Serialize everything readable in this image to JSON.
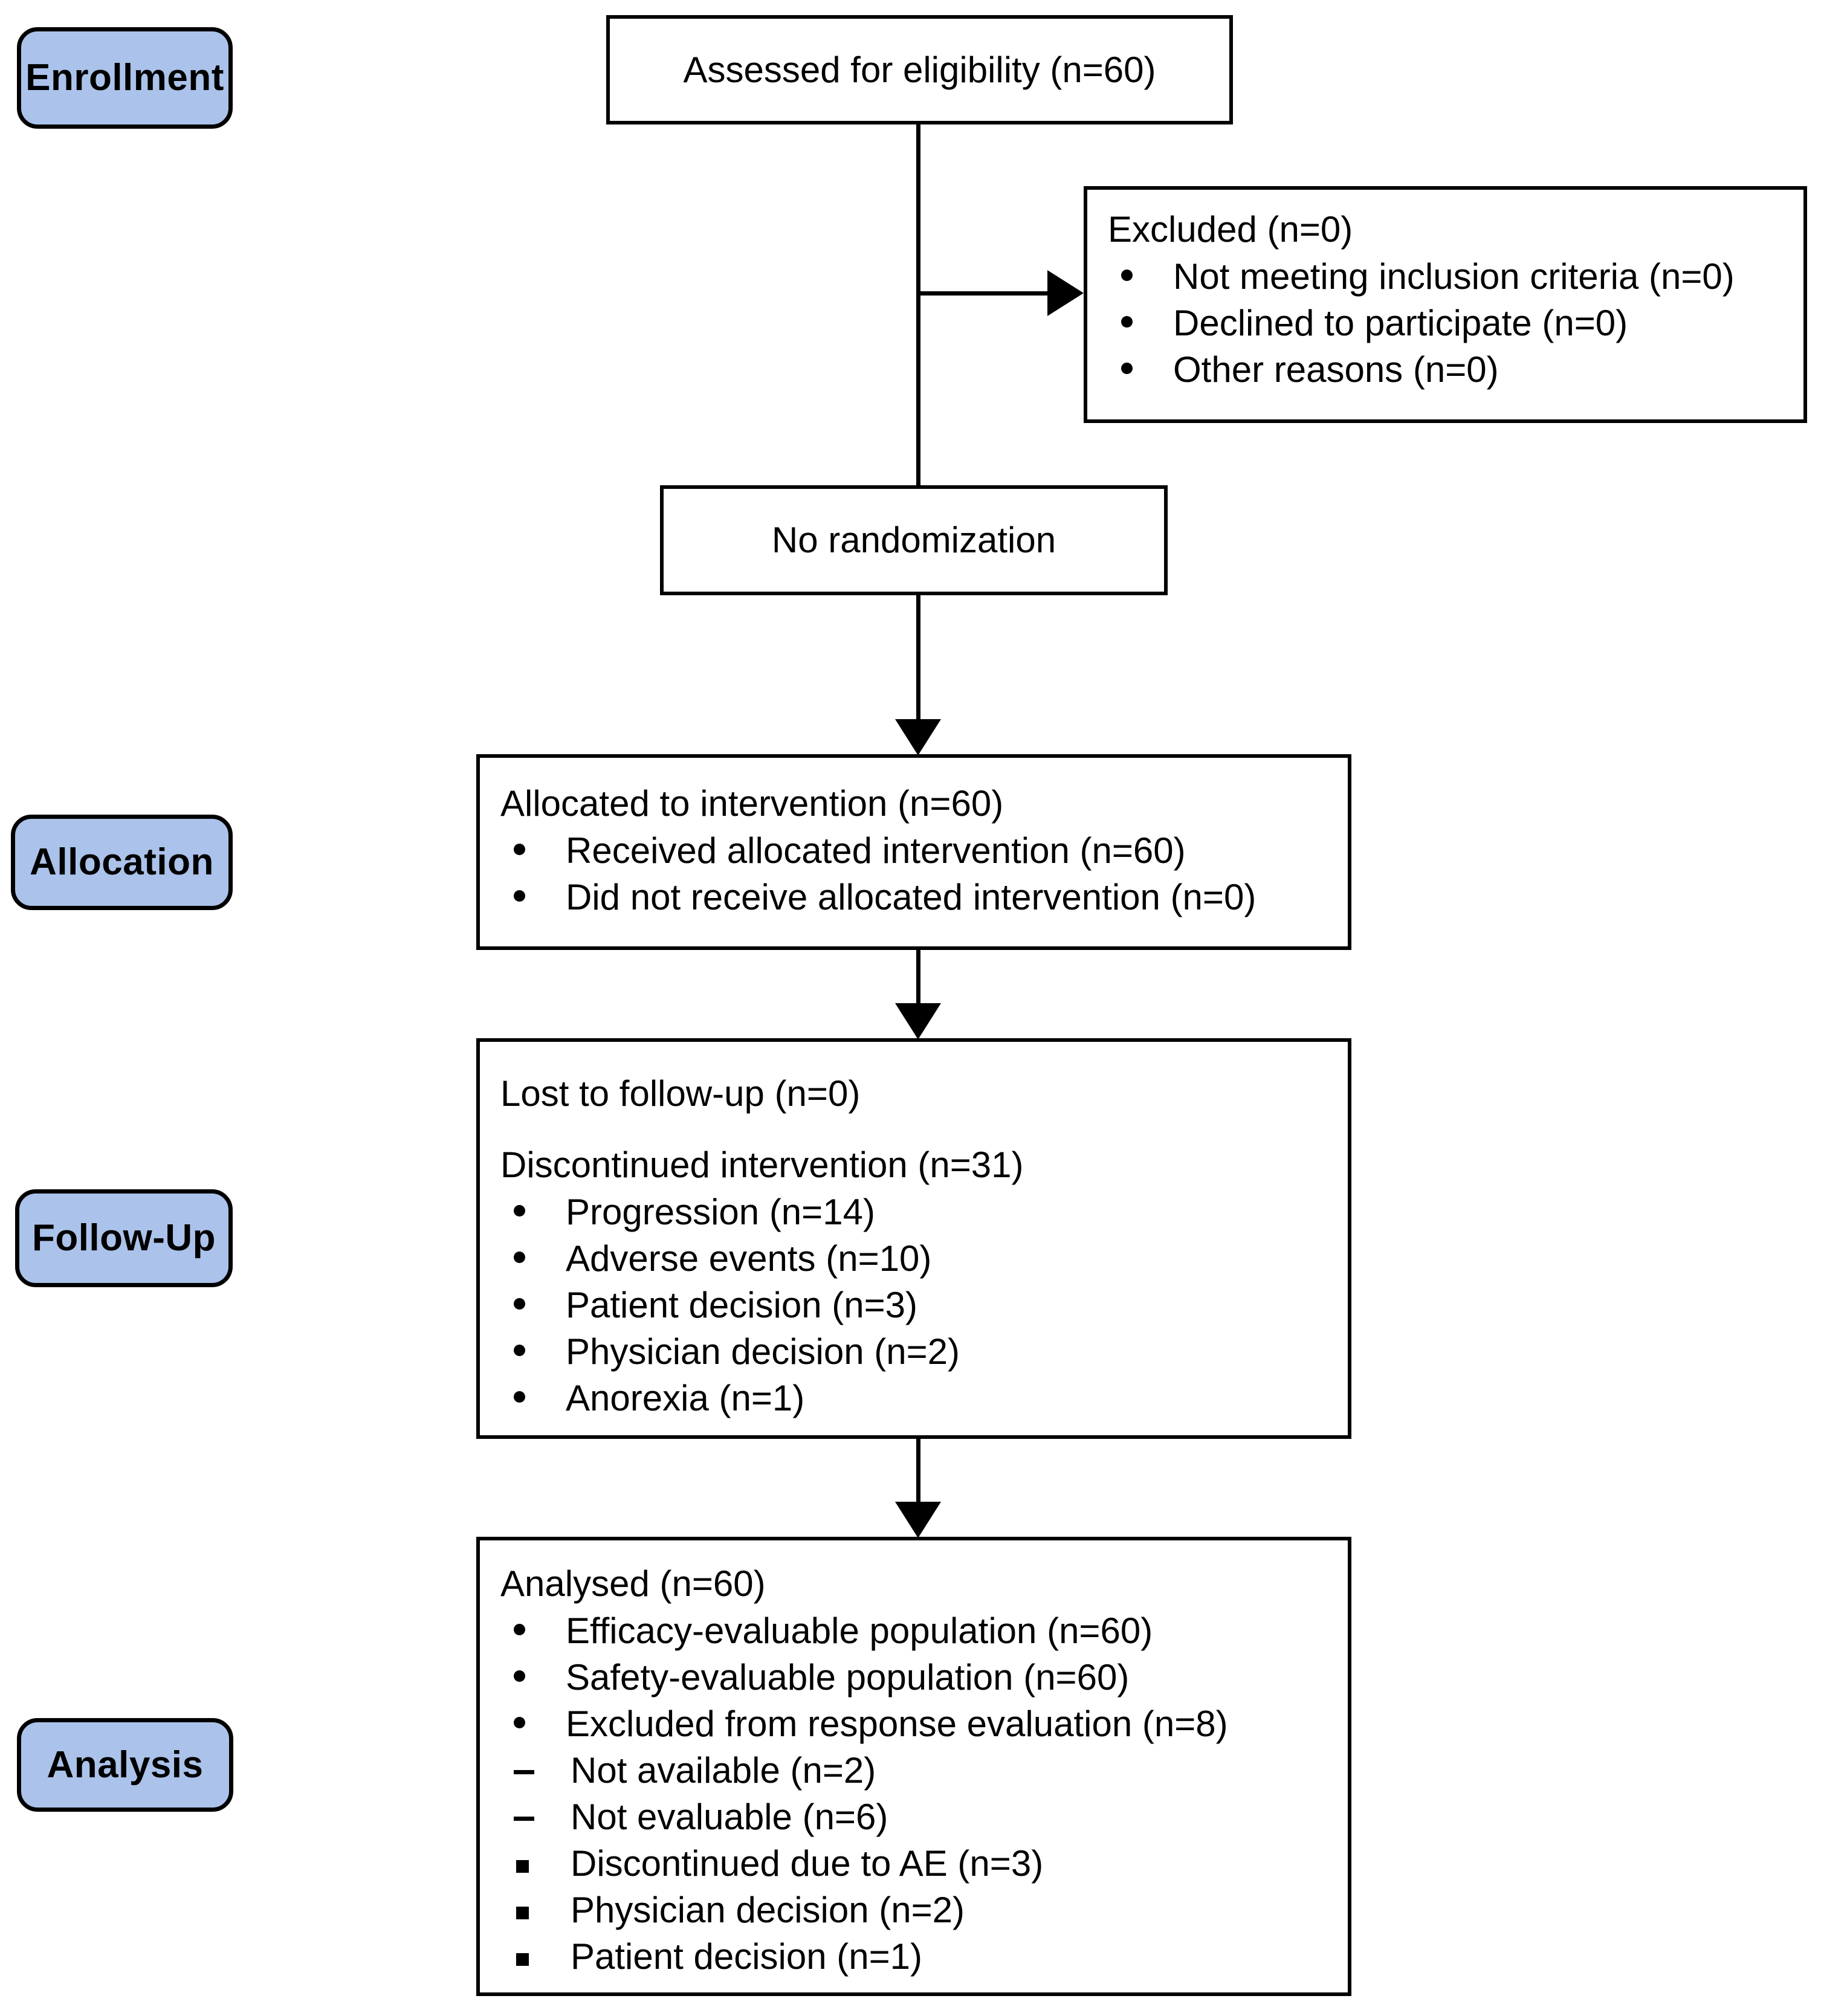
{
  "diagram": {
    "title": "CONSORT participant flow diagram",
    "accent_color": "#abc3ea",
    "line_color": "#000000",
    "box_fill": "#ffffff"
  },
  "stages": {
    "enrollment": "Enrollment",
    "allocation": "Allocation",
    "followup": "Follow-Up",
    "analysis": "Analysis"
  },
  "assessed": {
    "title": "Assessed for eligibility (n=60)"
  },
  "excluded": {
    "title": "Excluded (n=0)",
    "items": [
      "Not meeting inclusion criteria (n=0)",
      "Declined to participate (n=0)",
      "Other reasons (n=0)"
    ]
  },
  "randomization": {
    "title": "No randomization"
  },
  "allocation_box": {
    "title": "Allocated to intervention (n=60)",
    "items": [
      "Received allocated intervention (n=60)",
      "Did not receive allocated intervention (n=0)"
    ]
  },
  "followup_box": {
    "lost_line": "Lost to follow-up (n=0)",
    "discontinued_line": "Discontinued intervention (n=31)",
    "items": [
      "Progression (n=14)",
      "Adverse events (n=10)",
      "Patient decision (n=3)",
      "Physician decision (n=2)",
      "Anorexia (n=1)"
    ]
  },
  "analysis_box": {
    "title": "Analysed (n=60)",
    "items": [
      "Efficacy-evaluable population (n=60)",
      "Safety-evaluable population (n=60)",
      "Excluded from response evaluation (n=8)"
    ],
    "sub_items": [
      "Not available (n=2)",
      "Not evaluable (n=6)"
    ],
    "sub_sub_items": [
      "Discontinued due to AE (n=3)",
      "Physician decision (n=2)",
      "Patient decision (n=1)"
    ]
  }
}
